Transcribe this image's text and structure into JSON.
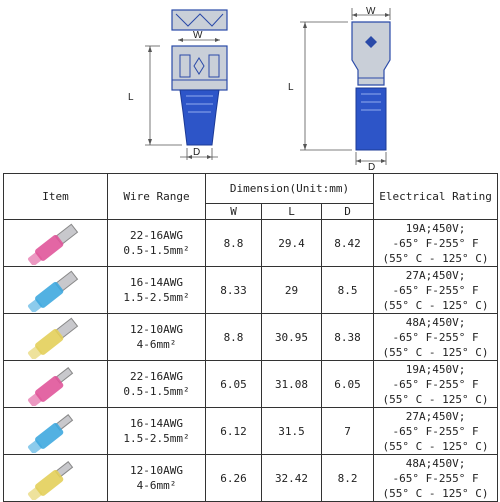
{
  "diagram": {
    "dimension_labels": {
      "width": "W",
      "length": "L",
      "diameter": "D"
    }
  },
  "table": {
    "headers": {
      "item": "Item",
      "wire_range": "Wire Range",
      "dimension": "Dimension(Unit:mm)",
      "rating": "Electrical Rating",
      "w": "W",
      "l": "L",
      "d": "D"
    },
    "rows": [
      {
        "awg": "22-16AWG",
        "mm": "0.5-1.5mm²",
        "w": "8.8",
        "l": "29.4",
        "d": "8.42",
        "r1": "19A;450V;",
        "r2": "-65° F-255° F",
        "r3": "(55° C - 125° C)",
        "color": "#e0559a",
        "shape": "spade"
      },
      {
        "awg": "16-14AWG",
        "mm": "1.5-2.5mm²",
        "w": "8.33",
        "l": "29",
        "d": "8.5",
        "r1": "27A;450V;",
        "r2": "-65° F-255° F",
        "r3": "(55° C - 125° C)",
        "color": "#3fa9df",
        "shape": "spade"
      },
      {
        "awg": "12-10AWG",
        "mm": "4-6mm²",
        "w": "8.8",
        "l": "30.95",
        "d": "8.38",
        "r1": "48A;450V;",
        "r2": "-65° F-255° F",
        "r3": "(55° C - 125° C)",
        "color": "#e3cf5a",
        "shape": "spade"
      },
      {
        "awg": "22-16AWG",
        "mm": "0.5-1.5mm²",
        "w": "6.05",
        "l": "31.08",
        "d": "6.05",
        "r1": "19A;450V;",
        "r2": "-65° F-255° F",
        "r3": "(55° C - 125° C)",
        "color": "#e0559a",
        "shape": "fork"
      },
      {
        "awg": "16-14AWG",
        "mm": "1.5-2.5mm²",
        "w": "6.12",
        "l": "31.5",
        "d": "7",
        "r1": "27A;450V;",
        "r2": "-65° F-255° F",
        "r3": "(55° C - 125° C)",
        "color": "#3fa9df",
        "shape": "fork"
      },
      {
        "awg": "12-10AWG",
        "mm": "4-6mm²",
        "w": "6.26",
        "l": "32.42",
        "d": "8.2",
        "r1": "48A;450V;",
        "r2": "-65° F-255° F",
        "r3": "(55° C - 125° C)",
        "color": "#e3cf5a",
        "shape": "fork"
      }
    ]
  }
}
